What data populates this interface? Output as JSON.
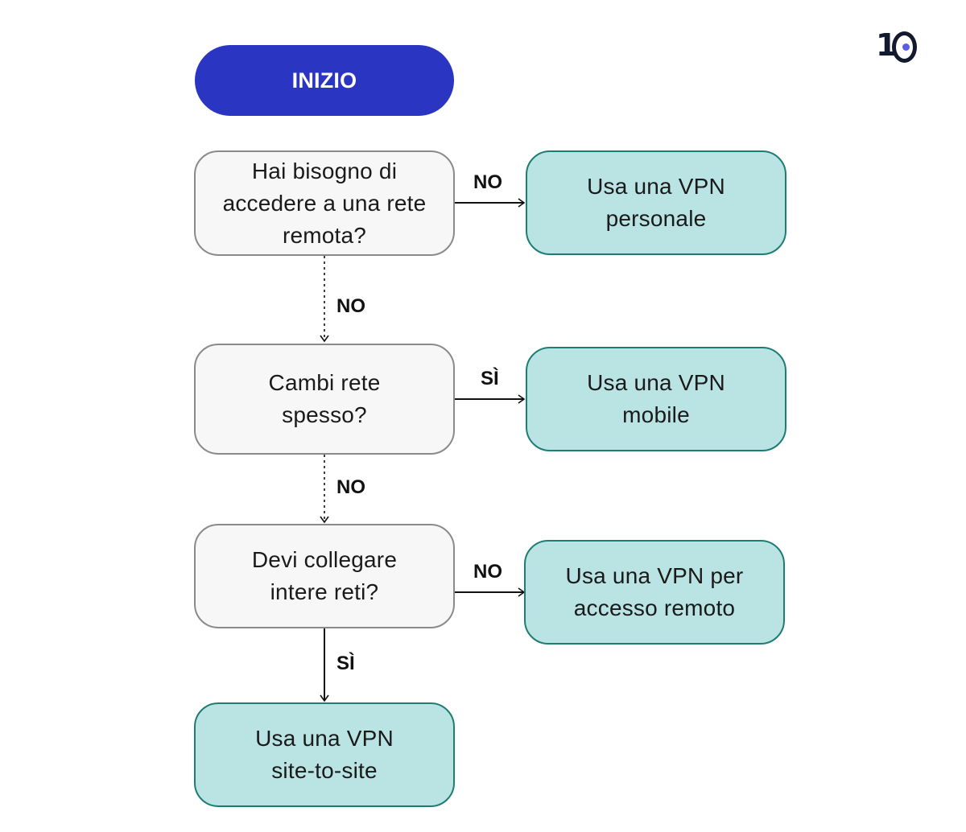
{
  "start": {
    "label": "INIZIO"
  },
  "questions": [
    {
      "text": "Hai bisogno di accedere a una rete remota?"
    },
    {
      "text": "Cambi rete spesso?"
    },
    {
      "text": "Devi collegare intere reti?"
    }
  ],
  "answers": [
    {
      "text": "Usa una VPN personale"
    },
    {
      "text": "Usa una VPN mobile"
    },
    {
      "text": "Usa una VPN per accesso remoto"
    },
    {
      "text": "Usa una VPN site-to-site"
    }
  ],
  "edge_labels": {
    "q1_right": "NO",
    "q1_down": "NO",
    "q2_right": "SÌ",
    "q2_down": "NO",
    "q3_right": "NO",
    "q3_down": "SÌ"
  },
  "logo": {
    "text": "1"
  },
  "colors": {
    "start_fill": "#2a35c2",
    "question_fill": "#f7f7f7",
    "question_border": "#8a8a8a",
    "answer_fill": "#b9e4e3",
    "answer_border": "#1e7d73",
    "logo_dot": "#5a5ce6"
  }
}
